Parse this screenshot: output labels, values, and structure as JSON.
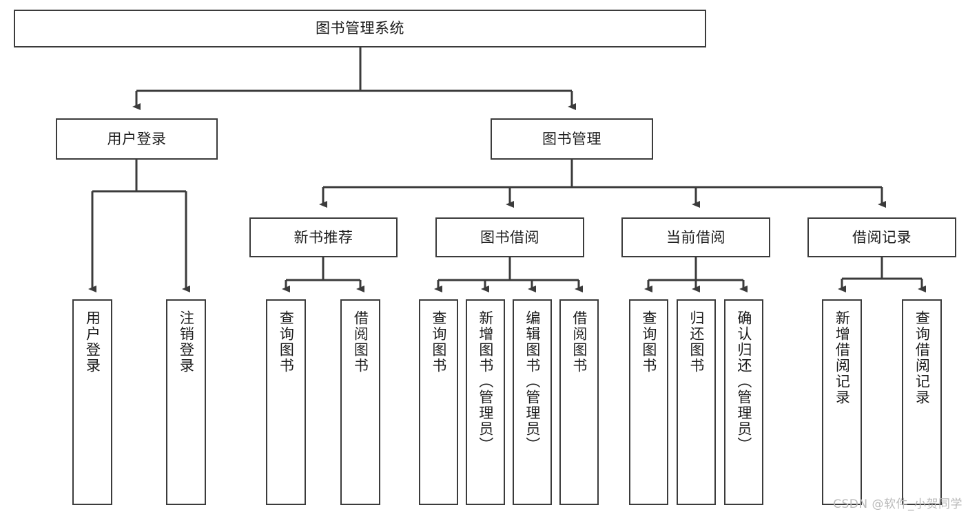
{
  "diagram": {
    "title": "图书管理系统",
    "type": "tree-hierarchy-diagram",
    "colors": {
      "box_border": "#3b3b3b",
      "box_fill": "#ffffff",
      "edge": "#3b3b3b",
      "text": "#1c1c1c",
      "watermark": "#b9b9b9"
    },
    "nodes": {
      "root": {
        "label": "图书管理系统",
        "orientation": "horizontal"
      },
      "level2": [
        {
          "label": "用户登录",
          "orientation": "horizontal"
        },
        {
          "label": "图书管理",
          "orientation": "horizontal"
        }
      ],
      "level3": [
        {
          "label": "新书推荐",
          "orientation": "horizontal"
        },
        {
          "label": "图书借阅",
          "orientation": "horizontal"
        },
        {
          "label": "当前借阅",
          "orientation": "horizontal"
        },
        {
          "label": "借阅记录",
          "orientation": "horizontal"
        }
      ],
      "leaves_user_login": [
        {
          "label": "用户登录",
          "orientation": "vertical"
        },
        {
          "label": "注销登录",
          "orientation": "vertical"
        }
      ],
      "leaves_new_book": [
        {
          "label": "查询图书",
          "orientation": "vertical"
        },
        {
          "label": "借阅图书",
          "orientation": "vertical"
        }
      ],
      "leaves_borrow": [
        {
          "label": "查询图书",
          "orientation": "vertical"
        },
        {
          "label": "新增图书（管理员）",
          "orientation": "vertical"
        },
        {
          "label": "编辑图书（管理员）",
          "orientation": "vertical"
        },
        {
          "label": "借阅图书",
          "orientation": "vertical"
        }
      ],
      "leaves_current": [
        {
          "label": "查询图书",
          "orientation": "vertical"
        },
        {
          "label": "归还图书",
          "orientation": "vertical"
        },
        {
          "label": "确认归还（管理员）",
          "orientation": "vertical"
        }
      ],
      "leaves_records": [
        {
          "label": "新增借阅记录",
          "orientation": "vertical"
        },
        {
          "label": "查询借阅记录",
          "orientation": "vertical"
        }
      ]
    },
    "watermark": "CSDN @软件_小贺同学"
  }
}
